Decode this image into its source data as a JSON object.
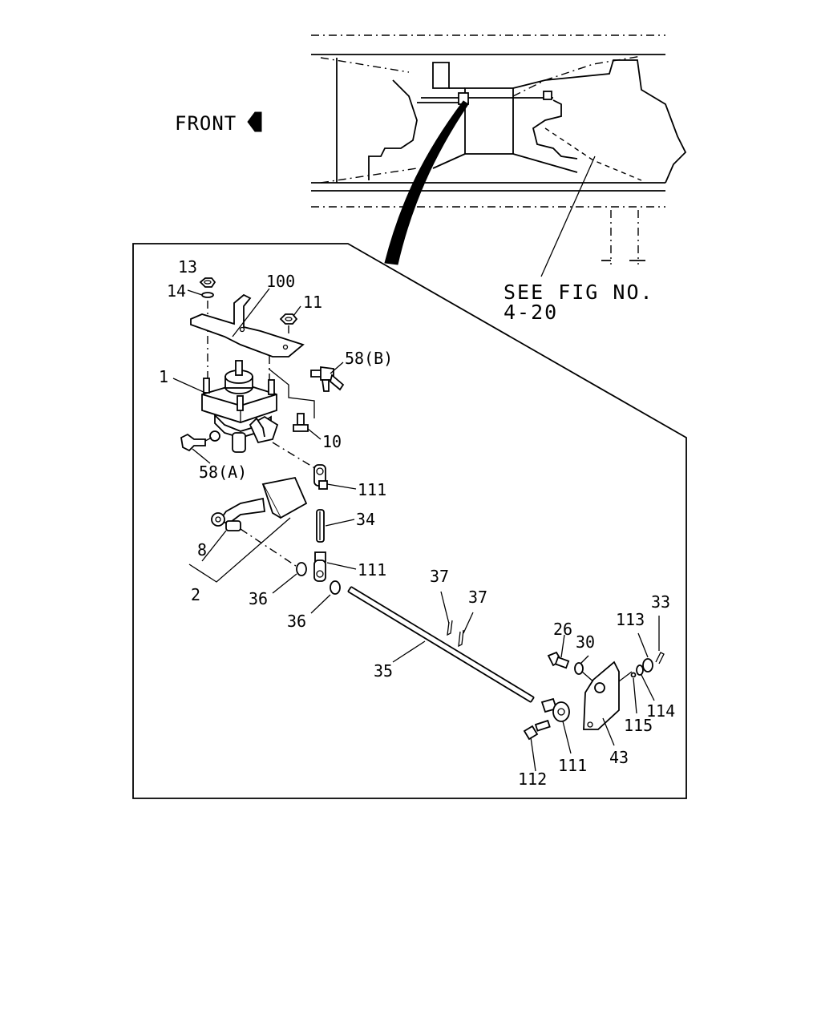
{
  "front_label": "FRONT",
  "see_figure": {
    "line1": "SEE FIG NO.",
    "line2": "4-20"
  },
  "callouts": [
    {
      "id": "c13",
      "label": "13"
    },
    {
      "id": "c14",
      "label": "14"
    },
    {
      "id": "c100",
      "label": "100"
    },
    {
      "id": "c11",
      "label": "11"
    },
    {
      "id": "c58b",
      "label": "58(B)"
    },
    {
      "id": "c1",
      "label": "1"
    },
    {
      "id": "c10",
      "label": "10"
    },
    {
      "id": "c58a",
      "label": "58(A)"
    },
    {
      "id": "c111a",
      "label": "111"
    },
    {
      "id": "c34",
      "label": "34"
    },
    {
      "id": "c8",
      "label": "8"
    },
    {
      "id": "c111b",
      "label": "111"
    },
    {
      "id": "c2",
      "label": "2"
    },
    {
      "id": "c36a",
      "label": "36"
    },
    {
      "id": "c36b",
      "label": "36"
    },
    {
      "id": "c37a",
      "label": "37"
    },
    {
      "id": "c37b",
      "label": "37"
    },
    {
      "id": "c33",
      "label": "33"
    },
    {
      "id": "c113",
      "label": "113"
    },
    {
      "id": "c26",
      "label": "26"
    },
    {
      "id": "c30",
      "label": "30"
    },
    {
      "id": "c35",
      "label": "35"
    },
    {
      "id": "c114",
      "label": "114"
    },
    {
      "id": "c115",
      "label": "115"
    },
    {
      "id": "c43",
      "label": "43"
    },
    {
      "id": "c111c",
      "label": "111"
    },
    {
      "id": "c112",
      "label": "112"
    }
  ]
}
